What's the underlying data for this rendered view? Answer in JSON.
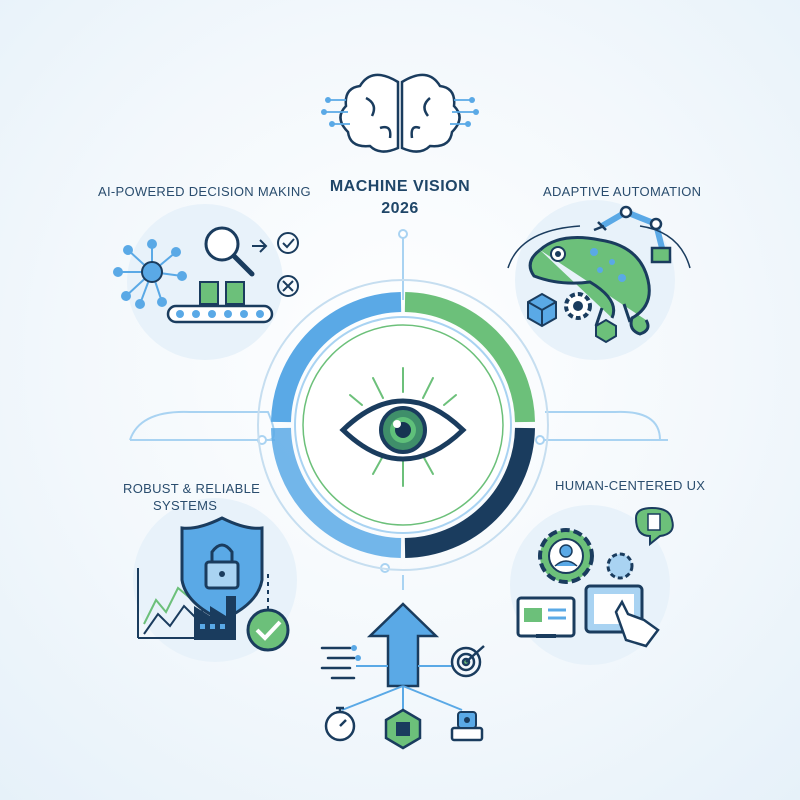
{
  "title": {
    "line1": "MACHINE VISION",
    "line2": "2026"
  },
  "labels": {
    "ai": "AI-POWERED DECISION MAKING",
    "adaptive": "ADAPTIVE AUTOMATION",
    "robust_line1": "ROBUST & RELIABLE",
    "robust_line2": "SYSTEMS",
    "human": "HUMAN-CENTERED UX"
  },
  "colors": {
    "blue": "#5aa9e6",
    "light_blue": "#a9d3f2",
    "green": "#6cc07a",
    "navy": "#1a3c5e",
    "pale": "#dbeaf6"
  },
  "icons": {
    "top": "brain-circuit-icon",
    "center": "eye-icon",
    "ai": [
      "network-icon",
      "magnifier-icon",
      "conveyor-icon",
      "check-circle-icon",
      "x-circle-icon"
    ],
    "adaptive": [
      "chameleon-icon",
      "robot-arm-icon",
      "gear-icon",
      "cube-icon"
    ],
    "robust": [
      "shield-lock-icon",
      "factory-icon",
      "line-graph-icon",
      "check-badge-icon"
    ],
    "human": [
      "gear-user-icon",
      "monitor-icon",
      "tablet-touch-icon",
      "chat-bubble-icon"
    ],
    "bottom": [
      "up-arrow-icon",
      "speed-lines-icon",
      "target-icon",
      "stopwatch-icon",
      "chip-cube-icon",
      "robot-terminal-icon"
    ]
  }
}
